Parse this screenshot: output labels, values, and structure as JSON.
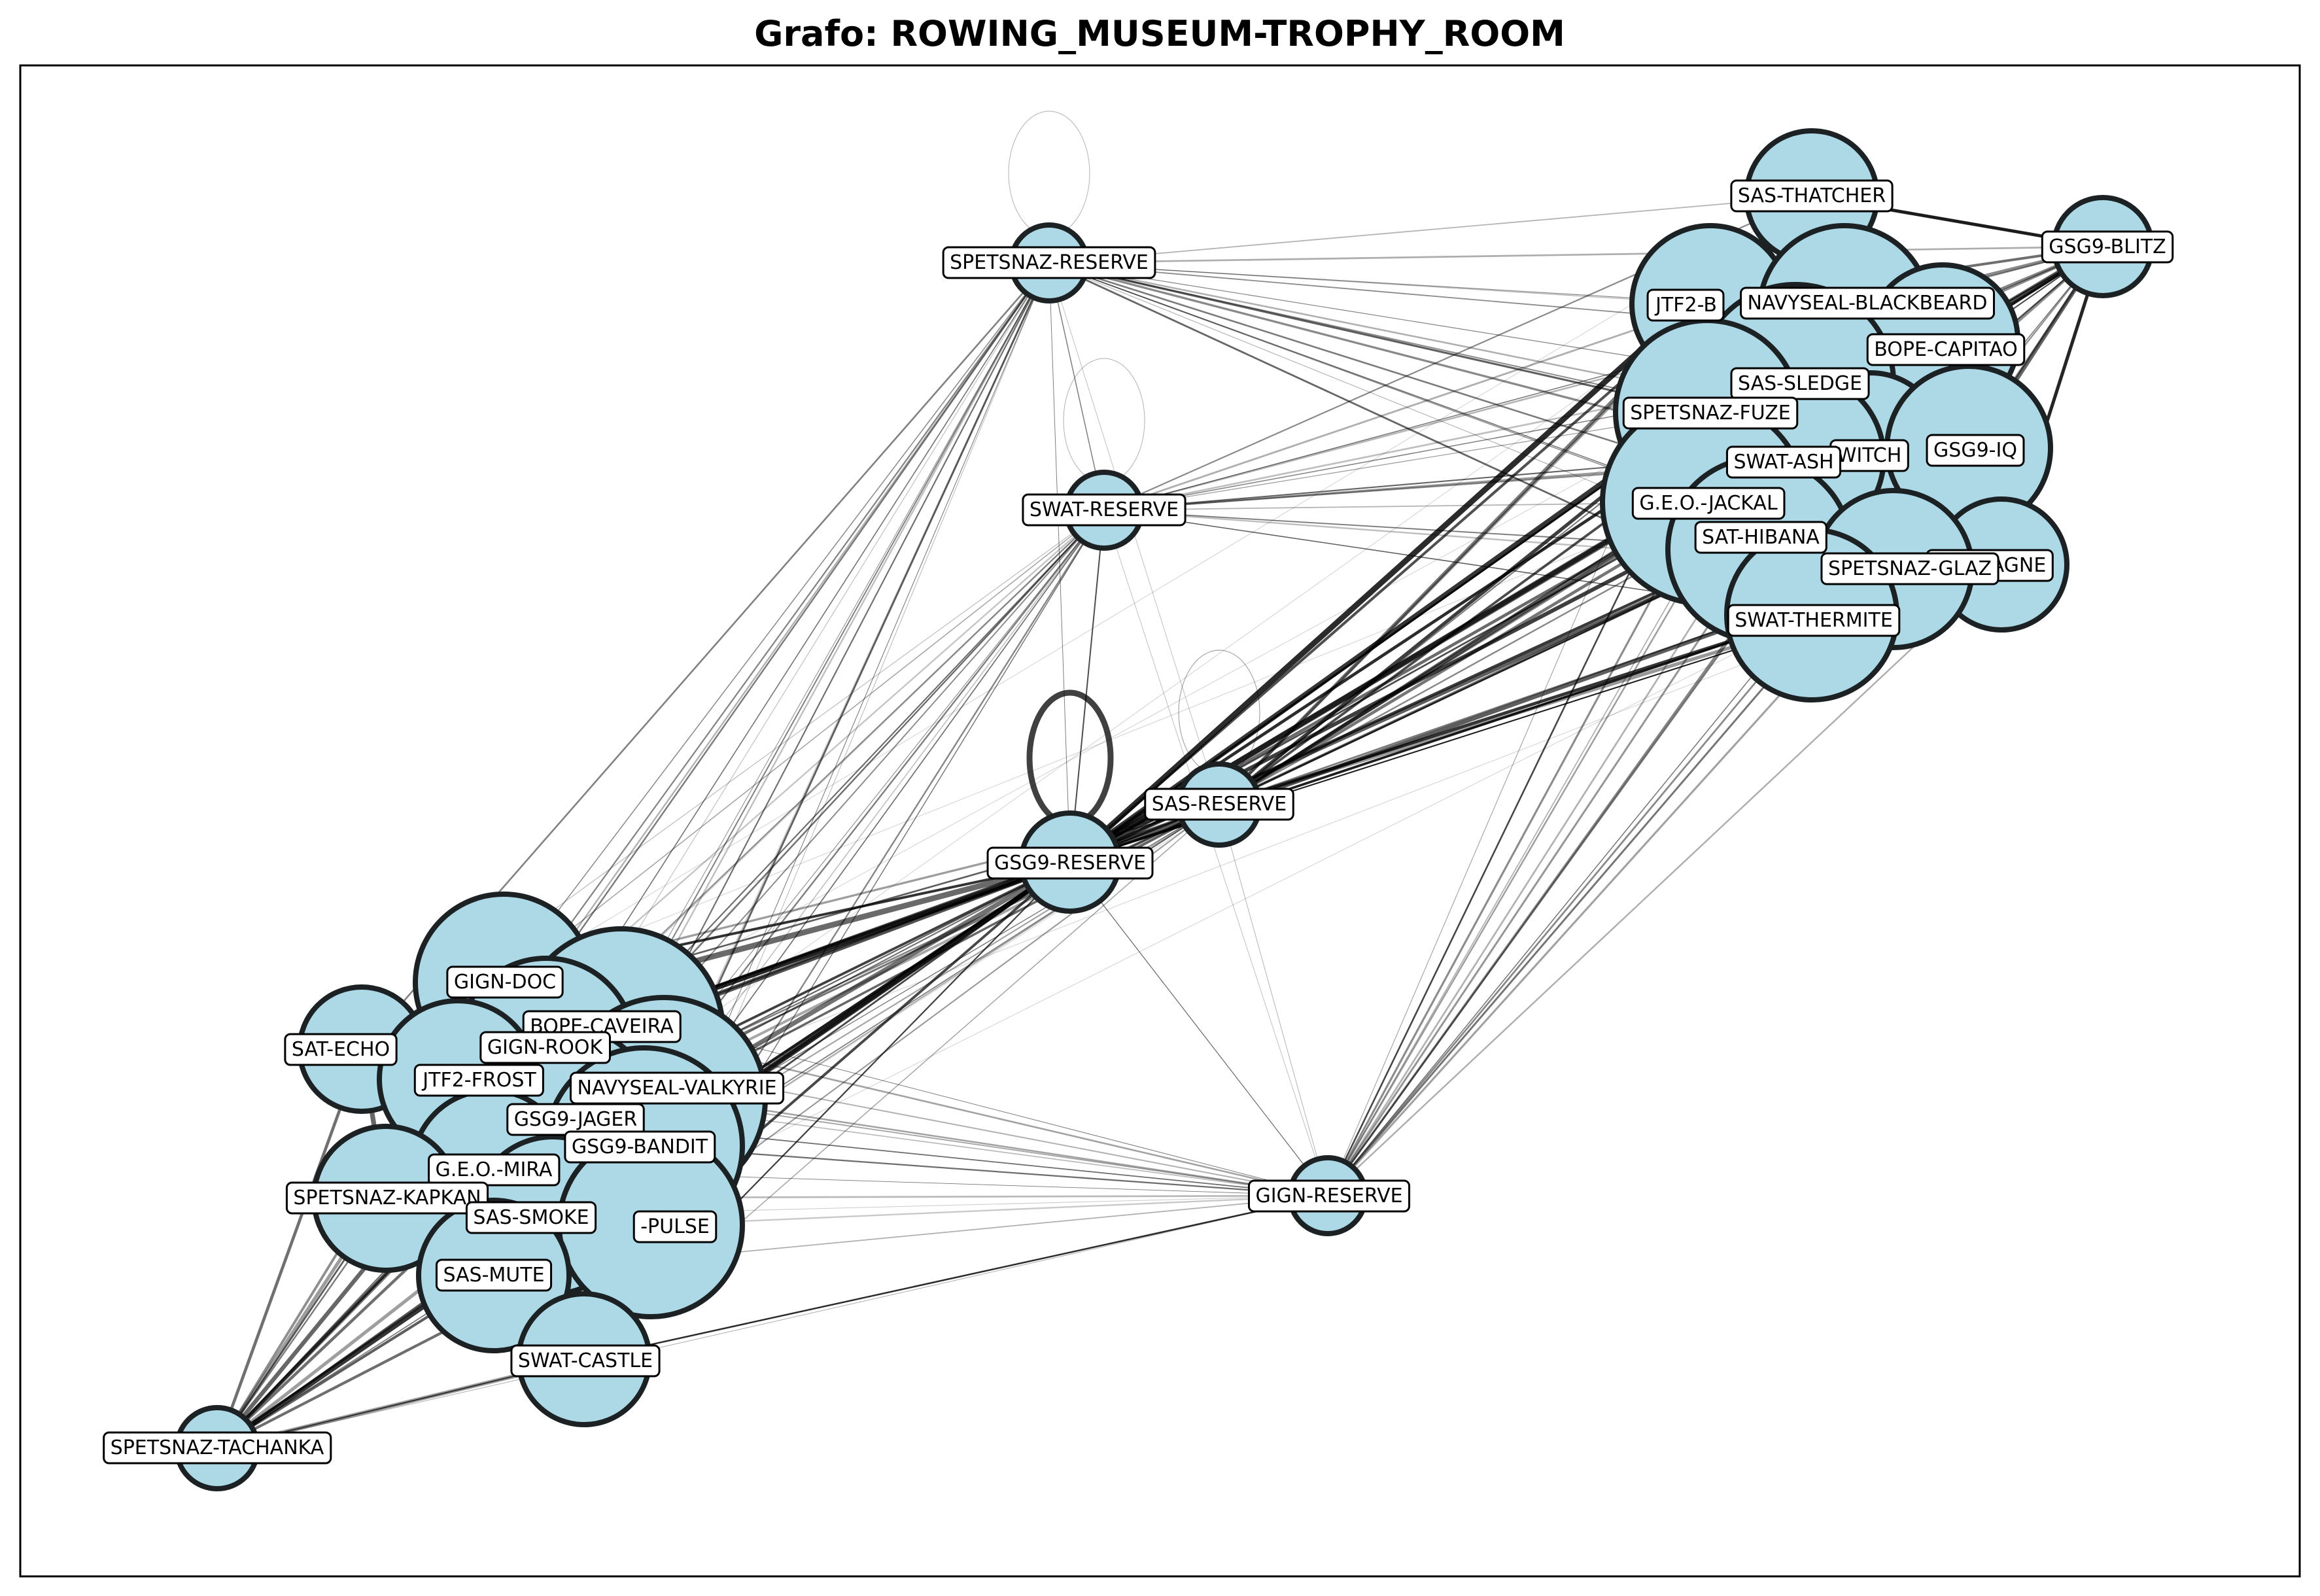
{
  "title": "Grafo: ROWING_MUSEUM-TROPHY_ROOM",
  "colors": {
    "node_fill": "#add8e6",
    "node_stroke": "#1c2124",
    "edge": "#000000",
    "label_box": "#ffffff",
    "frame": "#000000"
  },
  "nodes": [
    {
      "id": "SAS-THATCHER",
      "label": "SAS-THATCHER"
    },
    {
      "id": "GSG9-BLITZ",
      "label": "GSG9-BLITZ"
    },
    {
      "id": "SPETSNAZ-RESERVE",
      "label": "SPETSNAZ-RESERVE"
    },
    {
      "id": "JTF2-B",
      "label": "JTF2-B"
    },
    {
      "id": "NAVYSEAL-BLACKBEARD",
      "label": "NAVYSEAL-BLACKBEARD"
    },
    {
      "id": "BOPE-CAPITAO",
      "label": "BOPE-CAPITAO"
    },
    {
      "id": "SAS-SLEDGE",
      "label": "SAS-SLEDGE"
    },
    {
      "id": "SPETSNAZ-FUZE",
      "label": "SPETSNAZ-FUZE"
    },
    {
      "id": "WITCH",
      "label": "WITCH"
    },
    {
      "id": "GSG9-IQ",
      "label": "GSG9-IQ"
    },
    {
      "id": "SWAT-ASH",
      "label": "SWAT-ASH"
    },
    {
      "id": "SWAT-RESERVE",
      "label": "SWAT-RESERVE"
    },
    {
      "id": "G.E.O.-JACKAL",
      "label": "G.E.O.-JACKAL"
    },
    {
      "id": "SAT-HIBANA",
      "label": "SAT-HIBANA"
    },
    {
      "id": "MONTAGNE",
      "label": "MONTAGNE"
    },
    {
      "id": "SPETSNAZ-GLAZ",
      "label": "SPETSNAZ-GLAZ"
    },
    {
      "id": "SWAT-THERMITE",
      "label": "SWAT-THERMITE"
    },
    {
      "id": "SAS-RESERVE",
      "label": "SAS-RESERVE"
    },
    {
      "id": "GSG9-RESERVE",
      "label": "GSG9-RESERVE"
    },
    {
      "id": "GIGN-DOC",
      "label": "GIGN-DOC"
    },
    {
      "id": "BOPE-CAVEIRA",
      "label": "BOPE-CAVEIRA"
    },
    {
      "id": "SAT-ECHO",
      "label": "SAT-ECHO"
    },
    {
      "id": "GIGN-ROOK",
      "label": "GIGN-ROOK"
    },
    {
      "id": "JTF2-FROST",
      "label": "JTF2-FROST"
    },
    {
      "id": "NAVYSEAL-VALKYRIE",
      "label": "NAVYSEAL-VALKYRIE"
    },
    {
      "id": "GSG9-JAGER",
      "label": "GSG9-JAGER"
    },
    {
      "id": "GSG9-BANDIT",
      "label": "GSG9-BANDIT"
    },
    {
      "id": "G.E.O.-MIRA",
      "label": "G.E.O.-MIRA"
    },
    {
      "id": "SPETSNAZ-KAPKAN",
      "label": "SPETSNAZ-KAPKAN"
    },
    {
      "id": "SAS-SMOKE",
      "label": "SAS-SMOKE"
    },
    {
      "id": "PULSE",
      "label": "-PULSE"
    },
    {
      "id": "GIGN-RESERVE",
      "label": "GIGN-RESERVE"
    },
    {
      "id": "SAS-MUTE",
      "label": "SAS-MUTE"
    },
    {
      "id": "SWAT-CASTLE",
      "label": "SWAT-CASTLE"
    },
    {
      "id": "SPETSNAZ-TACHANKA",
      "label": "SPETSNAZ-TACHANKA"
    }
  ]
}
